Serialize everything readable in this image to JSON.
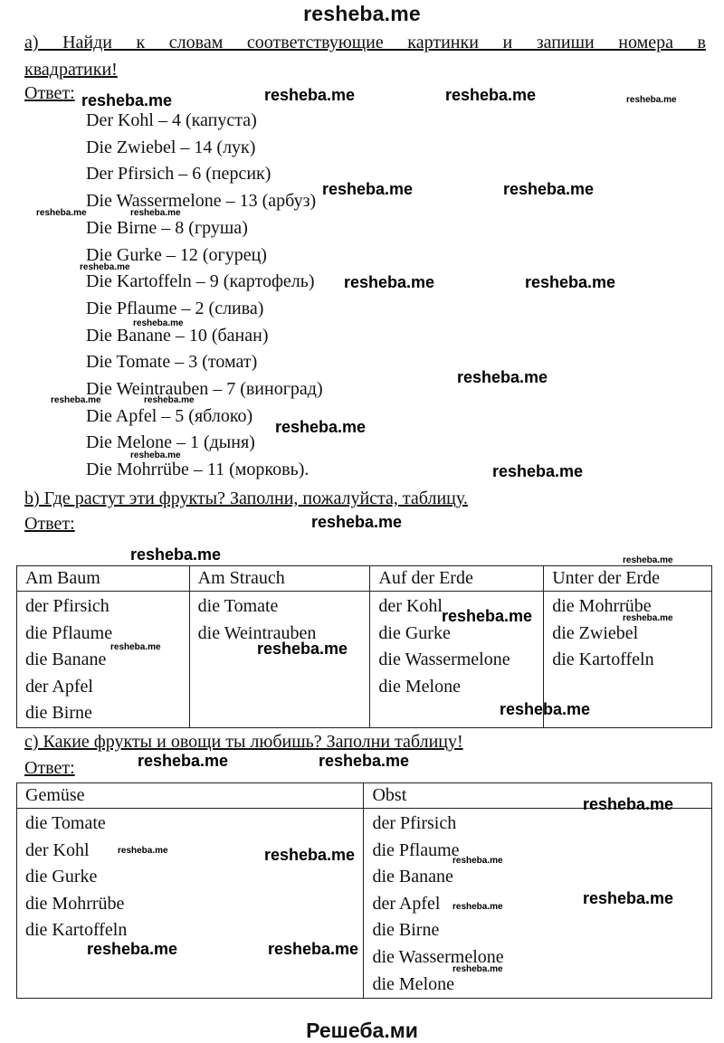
{
  "site_title": "resheba.me",
  "footer": "Решеба.ми",
  "task_a": {
    "line1": "а) Найди к словам соответствующие картинки и запиши номера в",
    "line2": "квадратики!",
    "answer_label": "Ответ:",
    "items": [
      "Der Kohl – 4 (капуста)",
      "Die Zwiebel – 14 (лук)",
      "Der Pfirsich – 6 (персик)",
      "Die Wassermelone – 13 (арбуз)",
      "Die Birne – 8 (груша)",
      "Die Gurke – 12 (огурец)",
      "Die Kartoffeln – 9 (картофель)",
      "Die Pflaume – 2 (слива)",
      "Die Banane – 10 (банан)",
      "Die Tomate – 3 (томат)",
      "Die Weintrauben – 7 (виноград)",
      "Die Apfel – 5 (яблоко)",
      "Die Melone – 1 (дыня)",
      "Die Mohrrübe – 11 (морковь)."
    ]
  },
  "task_b": {
    "heading": "b) Где растут эти фрукты? Заполни, пожалуйста, таблицу.",
    "answer_label": "Ответ:",
    "columns": [
      "Am Baum",
      "Am Strauch",
      "Auf der Erde",
      "Unter der Erde"
    ],
    "cells": [
      [
        "der Pfirsich",
        "die Pflaume",
        "die Banane",
        "der Apfel",
        "die Birne"
      ],
      [
        "die Tomate",
        "die Weintrauben"
      ],
      [
        "der Kohl",
        "die Gurke",
        "die Wassermelone",
        "die Melone"
      ],
      [
        "die Mohrrübe",
        "die Zwiebel",
        "die Kartoffeln"
      ]
    ]
  },
  "task_c": {
    "heading": "c) Какие фрукты и овощи ты любишь? Заполни таблицу!",
    "answer_label": "Ответ:",
    "columns": [
      "Gemüse",
      "Obst"
    ],
    "cells": [
      [
        "die Tomate",
        "der Kohl",
        "die Gurke",
        "die Mohrrübe",
        "die Kartoffeln"
      ],
      [
        "der Pfirsich",
        "die Pflaume",
        "die Banane",
        "der Apfel",
        "die Birne",
        "die Wassermelone",
        "die Melone"
      ]
    ]
  },
  "watermark": "resheba.me"
}
